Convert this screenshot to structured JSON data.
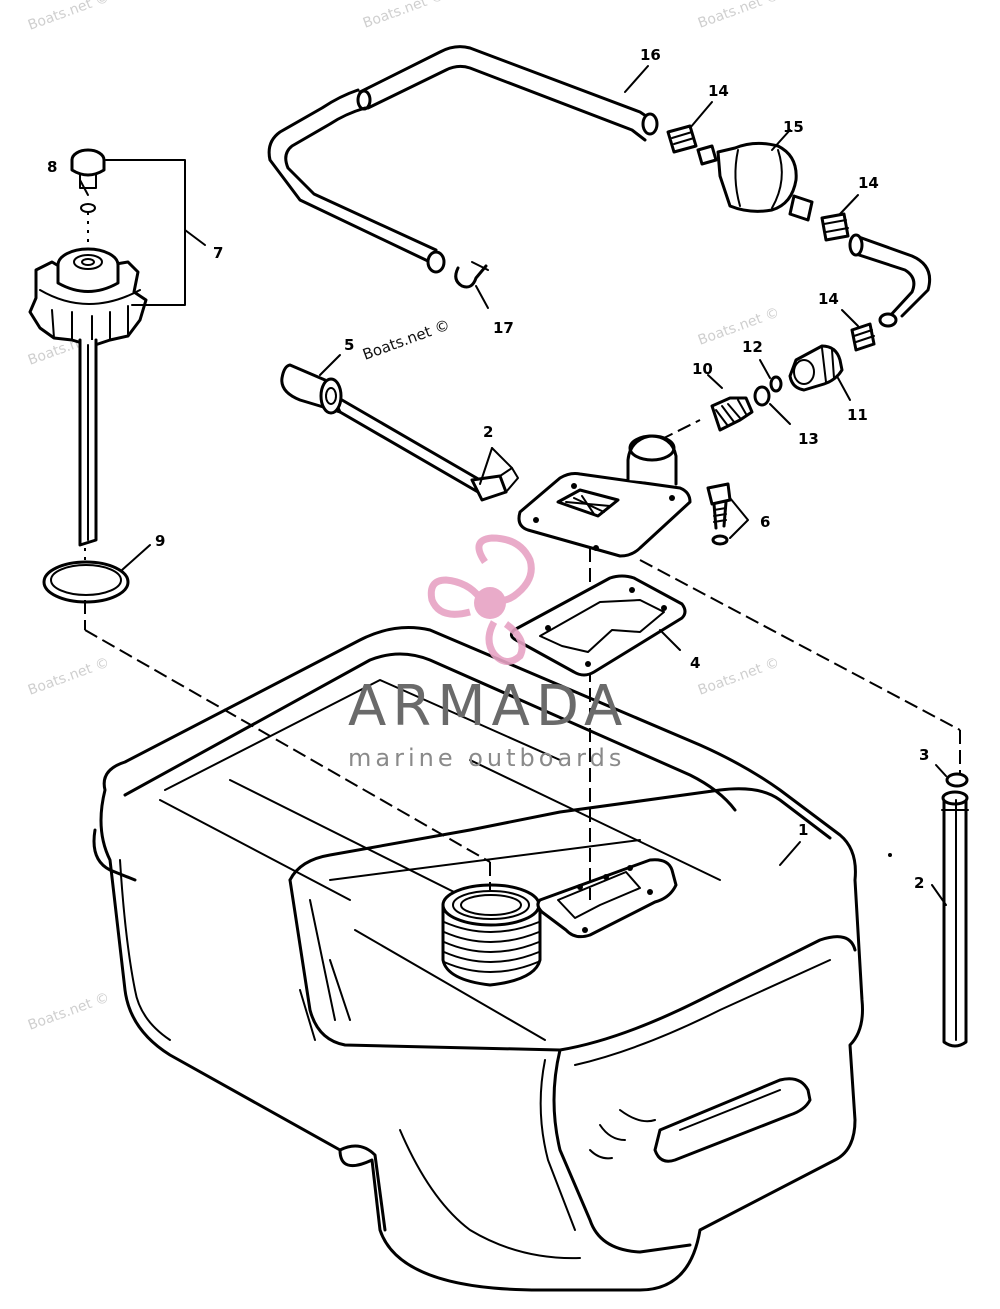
{
  "diagram": {
    "part_labels": {
      "p1": "1",
      "p2_rod": "2",
      "p2_side": "2",
      "p3": "3",
      "p4": "4",
      "p5": "5",
      "p6": "6",
      "p7": "7",
      "p8": "8",
      "p9": "9",
      "p10": "10",
      "p11": "11",
      "p12": "12",
      "p13": "13",
      "p14_a": "14",
      "p14_b": "14",
      "p14_c": "14",
      "p15": "15",
      "p16": "16",
      "p17": "17"
    },
    "watermarks": {
      "center": "Boats.net ©",
      "tile": "Boats.net ©"
    },
    "logo": {
      "name": "ARMADA",
      "tagline": "marine outboards",
      "accent_color": "#e7a3c4",
      "icon": "propeller-icon"
    }
  }
}
